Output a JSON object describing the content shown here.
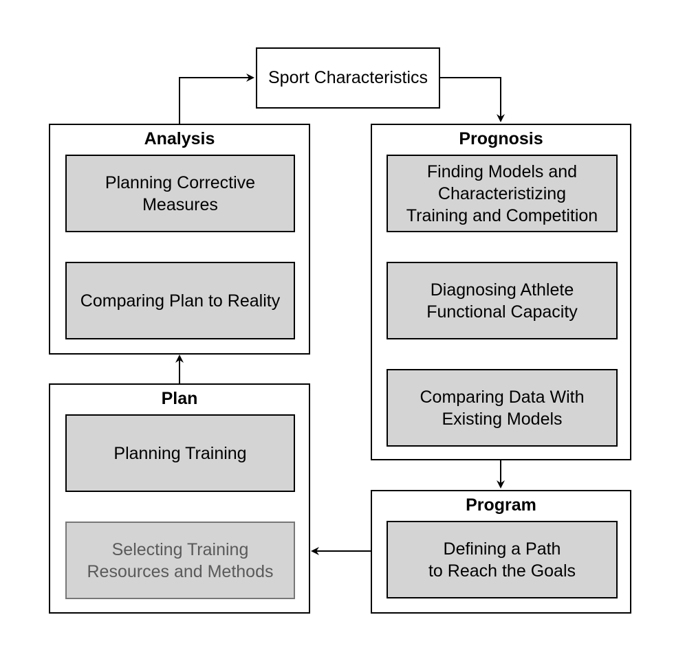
{
  "top_node": {
    "label": "Sport Characteristics"
  },
  "analysis": {
    "title": "Analysis",
    "items": [
      "Planning Corrective\nMeasures",
      "Comparing Plan to Reality"
    ]
  },
  "prognosis": {
    "title": "Prognosis",
    "items": [
      "Finding Models and\nCharacteristizing\nTraining and Competition",
      "Diagnosing Athlete\nFunctional Capacity",
      "Comparing Data With\nExisting Models"
    ]
  },
  "plan": {
    "title": "Plan",
    "items": [
      "Planning Training",
      "Selecting Training\nResources and Methods"
    ]
  },
  "program": {
    "title": "Program",
    "items": [
      "Defining a Path\nto Reach the Goals"
    ]
  }
}
